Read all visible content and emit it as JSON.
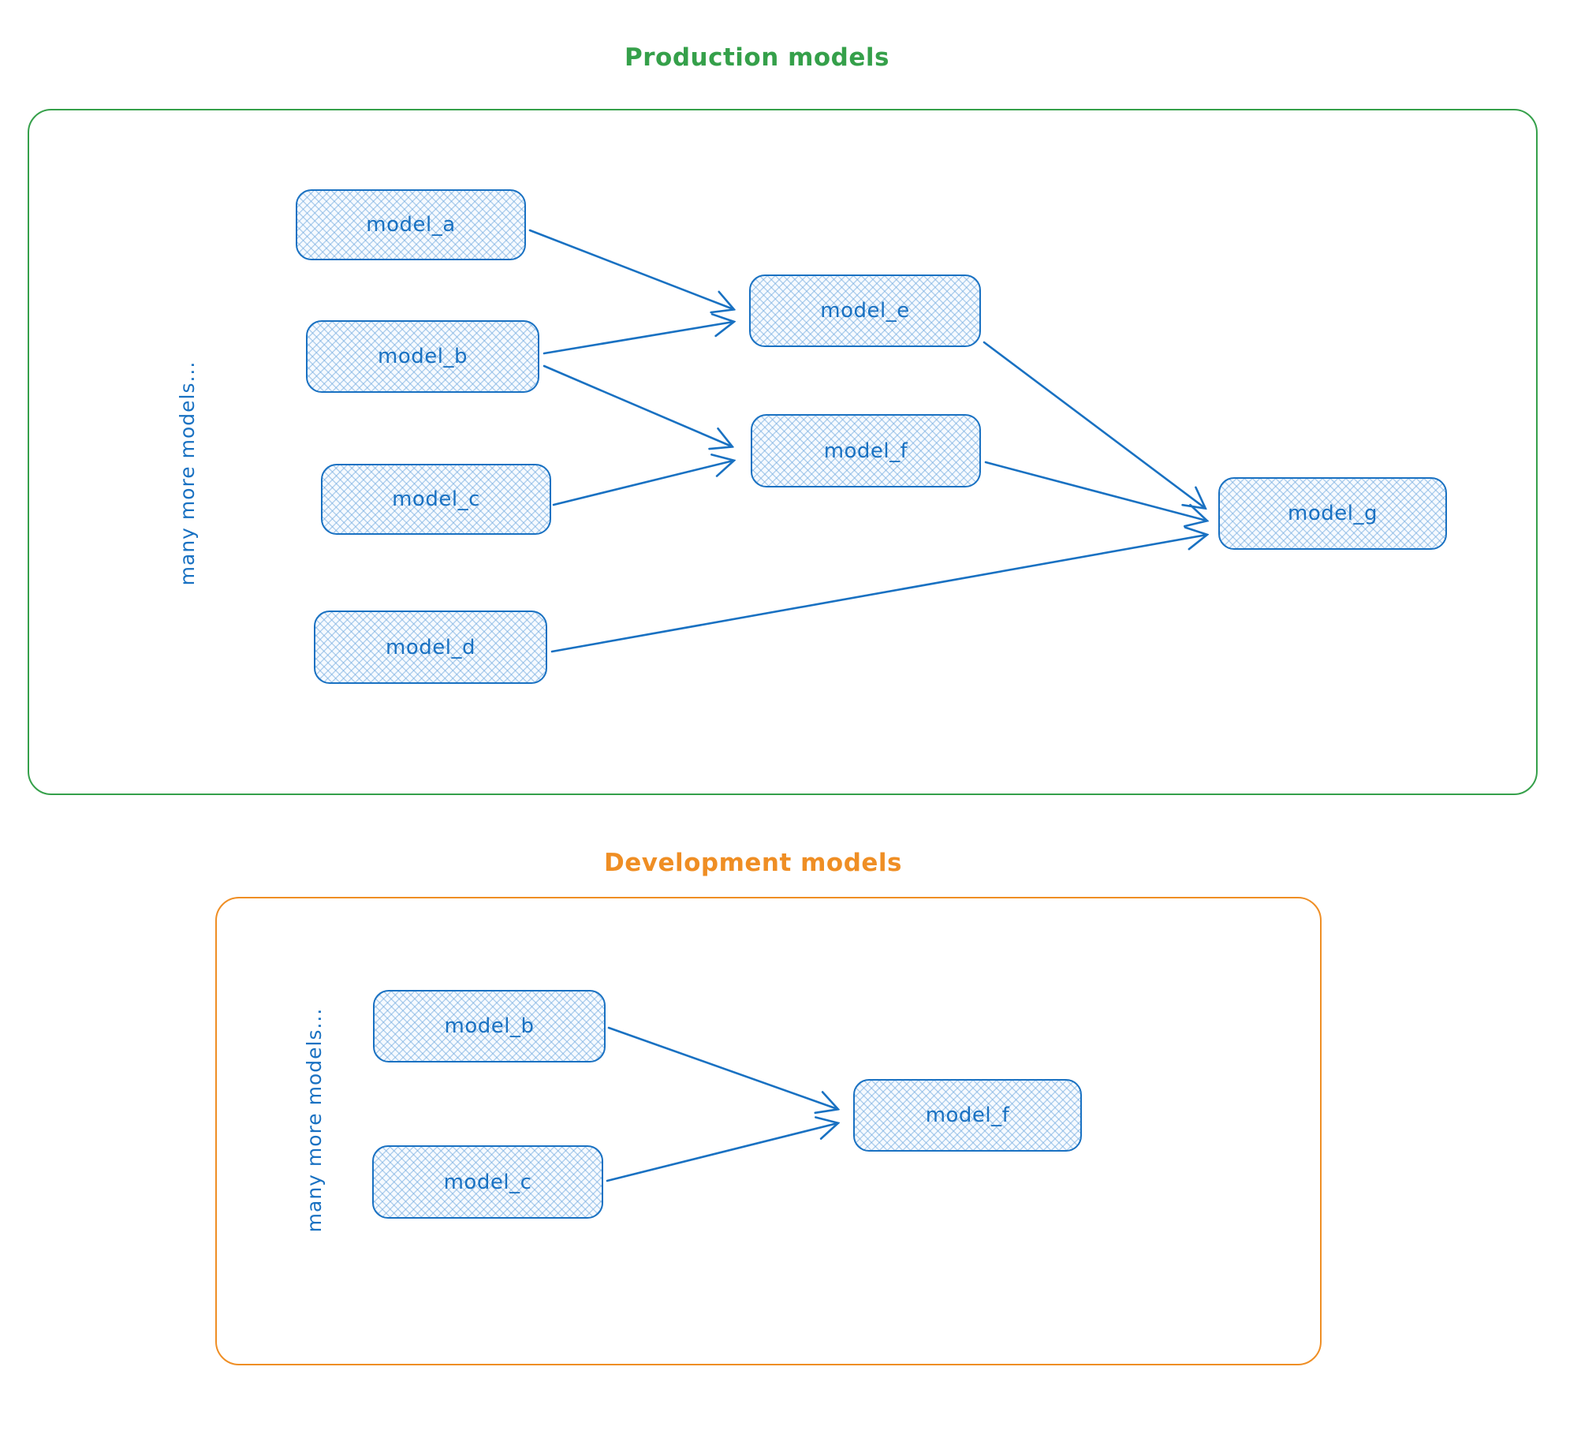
{
  "diagram": {
    "style": {
      "node_stroke_color": "#1971c2",
      "node_fill_color": "#e7f1fb",
      "node_fill_pattern": "cross-hatch",
      "node_text_color": "#1971c2",
      "arrow_color": "#1971c2"
    },
    "production": {
      "title": "Production models",
      "accent_color": "#35a04a",
      "side_label": "many more models...",
      "nodes": [
        {
          "id": "model_a",
          "label": "model_a"
        },
        {
          "id": "model_b",
          "label": "model_b"
        },
        {
          "id": "model_c",
          "label": "model_c"
        },
        {
          "id": "model_d",
          "label": "model_d"
        },
        {
          "id": "model_e",
          "label": "model_e"
        },
        {
          "id": "model_f",
          "label": "model_f"
        },
        {
          "id": "model_g",
          "label": "model_g"
        }
      ],
      "edges": [
        {
          "from": "model_a",
          "to": "model_e"
        },
        {
          "from": "model_b",
          "to": "model_e"
        },
        {
          "from": "model_b",
          "to": "model_f"
        },
        {
          "from": "model_c",
          "to": "model_f"
        },
        {
          "from": "model_e",
          "to": "model_g"
        },
        {
          "from": "model_f",
          "to": "model_g"
        },
        {
          "from": "model_d",
          "to": "model_g"
        }
      ]
    },
    "development": {
      "title": "Development models",
      "accent_color": "#ef8e24",
      "side_label": "many more models...",
      "nodes": [
        {
          "id": "model_b",
          "label": "model_b"
        },
        {
          "id": "model_c",
          "label": "model_c"
        },
        {
          "id": "model_f",
          "label": "model_f"
        }
      ],
      "edges": [
        {
          "from": "model_b",
          "to": "model_f"
        },
        {
          "from": "model_c",
          "to": "model_f"
        }
      ]
    }
  }
}
